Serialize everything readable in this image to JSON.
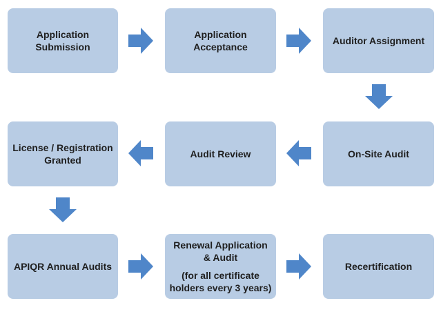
{
  "colors": {
    "box_fill": "#b8cce4",
    "arrow_fill": "#4f86c9",
    "text": "#1f1f1f"
  },
  "steps": {
    "application_submission": [
      "Application",
      "Submission"
    ],
    "application_acceptance": [
      "Application",
      "Acceptance"
    ],
    "auditor_assignment": [
      "Auditor Assignment"
    ],
    "on_site_audit": [
      "On-Site Audit"
    ],
    "audit_review": [
      "Audit Review"
    ],
    "license_registration": [
      "License / Registration",
      "Granted"
    ],
    "apiqr_annual_audits": [
      "APIQR Annual Audits"
    ],
    "renewal_application": [
      "Renewal Application",
      "& Audit"
    ],
    "renewal_note": [
      "(for all certificate",
      "holders every 3 years)"
    ],
    "recertification": [
      "Recertification"
    ]
  }
}
